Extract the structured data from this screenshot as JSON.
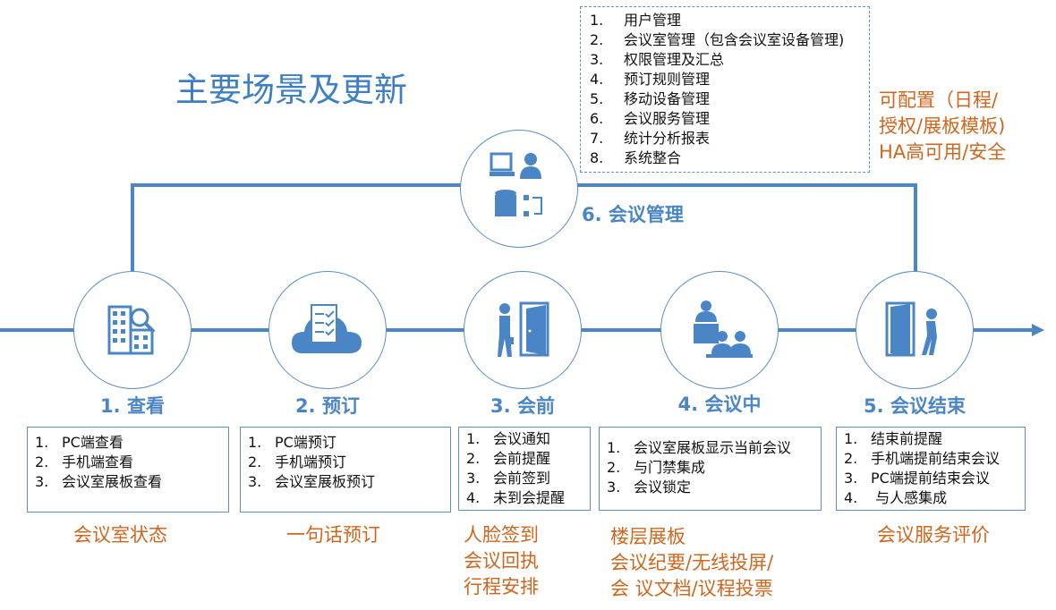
{
  "title": "主要场景及更新",
  "management": {
    "label": "6. 会议管理",
    "items": [
      "用户管理",
      "会议室管理（包含会议室设备管理)",
      "权限管理及汇总",
      "预订规则管理",
      "移动设备管理",
      "会议服务管理",
      "统计分析报表",
      "系统整合"
    ],
    "note": [
      "可配置（日程/",
      "授权/展板模板)",
      "HA高可用/安全"
    ]
  },
  "steps": [
    {
      "label": "1. 查看",
      "items": [
        "PC端查看",
        "手机端查看",
        "会议室展板查看"
      ],
      "note": [
        "会议室状态"
      ]
    },
    {
      "label": "2. 预订",
      "items": [
        "PC端预订",
        "手机端预订",
        "会议室展板预订"
      ],
      "note": [
        "一句话预订"
      ]
    },
    {
      "label": "3. 会前",
      "items": [
        "会议通知",
        "会前提醒",
        "会前签到",
        "未到会提醒"
      ],
      "note": [
        "人脸签到",
        "会议回执",
        "行程安排"
      ]
    },
    {
      "label": "4. 会议中",
      "items": [
        "会议室展板显示当前会议",
        "与门禁集成",
        "会议锁定"
      ],
      "note": [
        "楼层展板",
        "会议纪要/无线投屏/",
        "会 议文档/议程投票"
      ]
    },
    {
      "label": "5. 会议结束",
      "items": [
        "结束前提醒",
        "手机端提前结束会议",
        "PC端提前结束会议",
        " 与人感集成"
      ],
      "note": [
        "会议服务评价"
      ]
    }
  ],
  "colors": {
    "accent": "#4a86c5",
    "orange": "#d0661e"
  }
}
